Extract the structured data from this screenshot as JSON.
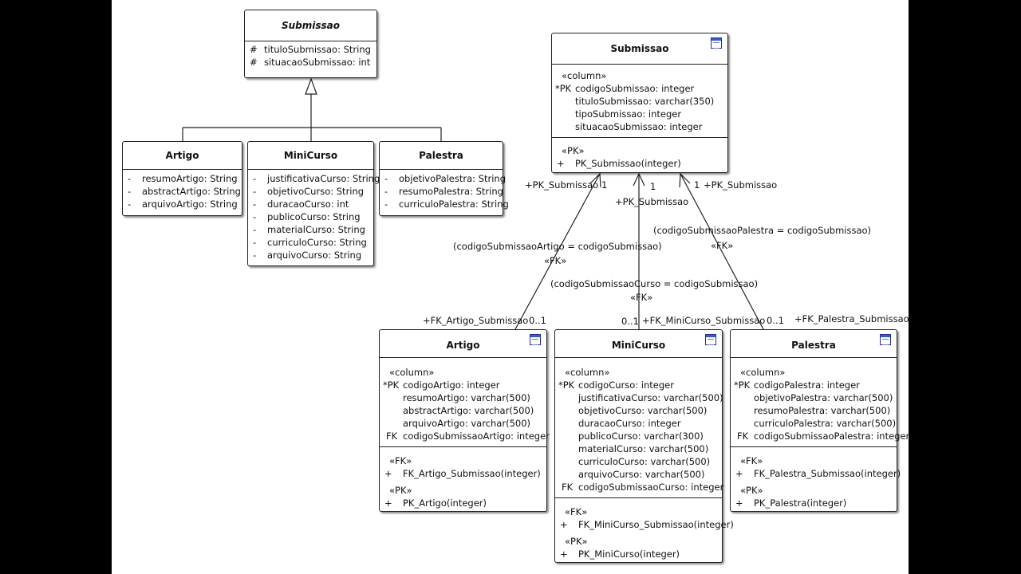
{
  "uml": {
    "submissao": {
      "name": "Submissao",
      "attributes": [
        {
          "mark": "#",
          "text": "tituloSubmissao: String"
        },
        {
          "mark": "#",
          "text": "situacaoSubmissao: int"
        }
      ]
    },
    "artigo": {
      "name": "Artigo",
      "attributes": [
        {
          "mark": "-",
          "text": "resumoArtigo: String"
        },
        {
          "mark": "-",
          "text": "abstractArtigo: String"
        },
        {
          "mark": "-",
          "text": "arquivoArtigo: String"
        }
      ]
    },
    "minicurso": {
      "name": "MiniCurso",
      "attributes": [
        {
          "mark": "-",
          "text": "justificativaCurso: String"
        },
        {
          "mark": "-",
          "text": "objetivoCurso: String"
        },
        {
          "mark": "-",
          "text": "duracaoCurso: int"
        },
        {
          "mark": "-",
          "text": "publicoCurso: String"
        },
        {
          "mark": "-",
          "text": "materialCurso: String"
        },
        {
          "mark": "-",
          "text": "curriculoCurso: String"
        },
        {
          "mark": "-",
          "text": "arquivoCurso: String"
        }
      ]
    },
    "palestra": {
      "name": "Palestra",
      "attributes": [
        {
          "mark": "-",
          "text": "objetivoPalestra: String"
        },
        {
          "mark": "-",
          "text": "resumoPalestra: String"
        },
        {
          "mark": "-",
          "text": "curriculoPalestra: String"
        }
      ]
    }
  },
  "tables": {
    "submissao": {
      "name": "Submissao",
      "column_stereotype": "«column»",
      "columns": [
        {
          "mark": "*PK",
          "text": "codigoSubmissao: integer"
        },
        {
          "mark": "",
          "text": "tituloSubmissao: varchar(350)"
        },
        {
          "mark": "",
          "text": "tipoSubmissao: integer"
        },
        {
          "mark": "",
          "text": "situacaoSubmissao: integer"
        }
      ],
      "pk_stereotype": "«PK»",
      "pk_op": {
        "mark": "+",
        "text": "PK_Submissao(integer)"
      }
    },
    "artigo": {
      "name": "Artigo",
      "column_stereotype": "«column»",
      "columns": [
        {
          "mark": "*PK",
          "text": "codigoArtigo: integer"
        },
        {
          "mark": "",
          "text": "resumoArtigo: varchar(500)"
        },
        {
          "mark": "",
          "text": "abstractArtigo: varchar(500)"
        },
        {
          "mark": "",
          "text": "arquivoArtigo: varchar(500)"
        },
        {
          "mark": "FK",
          "text": "codigoSubmissaoArtigo: integer"
        }
      ],
      "fk_stereotype": "«FK»",
      "fk_op": {
        "mark": "+",
        "text": "FK_Artigo_Submissao(integer)"
      },
      "pk_stereotype": "«PK»",
      "pk_op": {
        "mark": "+",
        "text": "PK_Artigo(integer)"
      }
    },
    "minicurso": {
      "name": "MiniCurso",
      "column_stereotype": "«column»",
      "columns": [
        {
          "mark": "*PK",
          "text": "codigoCurso: integer"
        },
        {
          "mark": "",
          "text": "justificativaCurso: varchar(500)"
        },
        {
          "mark": "",
          "text": "objetivoCurso: varchar(500)"
        },
        {
          "mark": "",
          "text": "duracaoCurso: integer"
        },
        {
          "mark": "",
          "text": "publicoCurso: varchar(300)"
        },
        {
          "mark": "",
          "text": "materialCurso: varchar(500)"
        },
        {
          "mark": "",
          "text": "curriculoCurso: varchar(500)"
        },
        {
          "mark": "",
          "text": "arquivoCurso: varchar(500)"
        },
        {
          "mark": "FK",
          "text": "codigoSubmissaoCurso: integer"
        }
      ],
      "fk_stereotype": "«FK»",
      "fk_op": {
        "mark": "+",
        "text": "FK_MiniCurso_Submissao(integer)"
      },
      "pk_stereotype": "«PK»",
      "pk_op": {
        "mark": "+",
        "text": "PK_MiniCurso(integer)"
      }
    },
    "palestra": {
      "name": "Palestra",
      "column_stereotype": "«column»",
      "columns": [
        {
          "mark": "*PK",
          "text": "codigoPalestra: integer"
        },
        {
          "mark": "",
          "text": "objetivoPalestra: varchar(500)"
        },
        {
          "mark": "",
          "text": "resumoPalestra: varchar(500)"
        },
        {
          "mark": "",
          "text": "curriculoPalestra: varchar(500)"
        },
        {
          "mark": "FK",
          "text": "codigoSubmissaoPalestra: integer"
        }
      ],
      "fk_stereotype": "«FK»",
      "fk_op": {
        "mark": "+",
        "text": "FK_Palestra_Submissao(integer)"
      },
      "pk_stereotype": "«PK»",
      "pk_op": {
        "mark": "+",
        "text": "PK_Palestra(integer)"
      }
    }
  },
  "relationships": {
    "artigo": {
      "pk_role": "+PK_Submissao",
      "pk_mult": "1",
      "condition": "(codigoSubmissaoArtigo = codigoSubmissao)",
      "stereotype": "«FK»",
      "fk_role": "+FK_Artigo_Submissao",
      "fk_mult": "0..1"
    },
    "minicurso": {
      "pk_role": "+PK_Submissao",
      "pk_mult": "1",
      "condition": "(codigoSubmissaoCurso = codigoSubmissao)",
      "stereotype": "«FK»",
      "fk_role": "+FK_MiniCurso_Submissao",
      "fk_mult": "0..1"
    },
    "palestra": {
      "pk_role": "+PK_Submissao",
      "pk_mult": "1",
      "condition": "(codigoSubmissaoPalestra = codigoSubmissao)",
      "stereotype": "«FK»",
      "fk_role": "+FK_Palestra_Submissao",
      "fk_mult": "0..1"
    }
  },
  "colors": {
    "page_background": "#000000",
    "canvas": "#ffffff",
    "line": "#222222",
    "table_icon": "#2f5ed8"
  }
}
